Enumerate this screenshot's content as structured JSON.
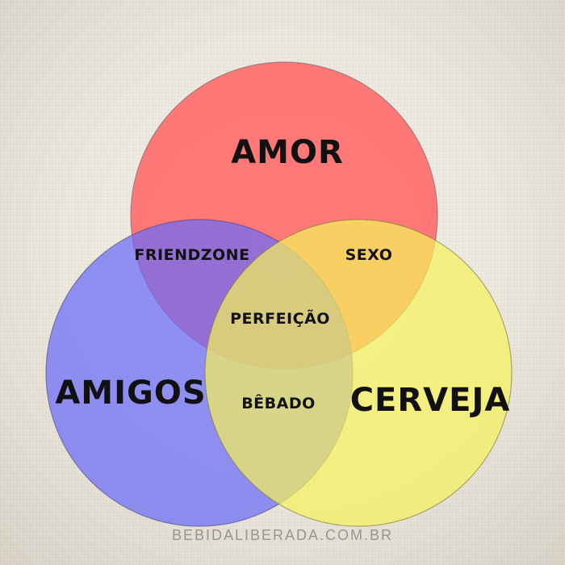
{
  "diagram": {
    "sets": [
      {
        "id": "amor",
        "label": "AMOR",
        "color": "#ff6b6b"
      },
      {
        "id": "amigos",
        "label": "AMIGOS",
        "color": "#6b6bf8"
      },
      {
        "id": "cerveja",
        "label": "CERVEJA",
        "color": "#f6f25a"
      }
    ],
    "intersections": {
      "amor_amigos": "FRIENDZONE",
      "amor_cerveja": "SEXO",
      "amigos_cerveja": "BÊBADO",
      "all": "PERFEIÇÃO"
    }
  },
  "footer": {
    "website": "BEBIDALIBERADA.COM.BR"
  }
}
